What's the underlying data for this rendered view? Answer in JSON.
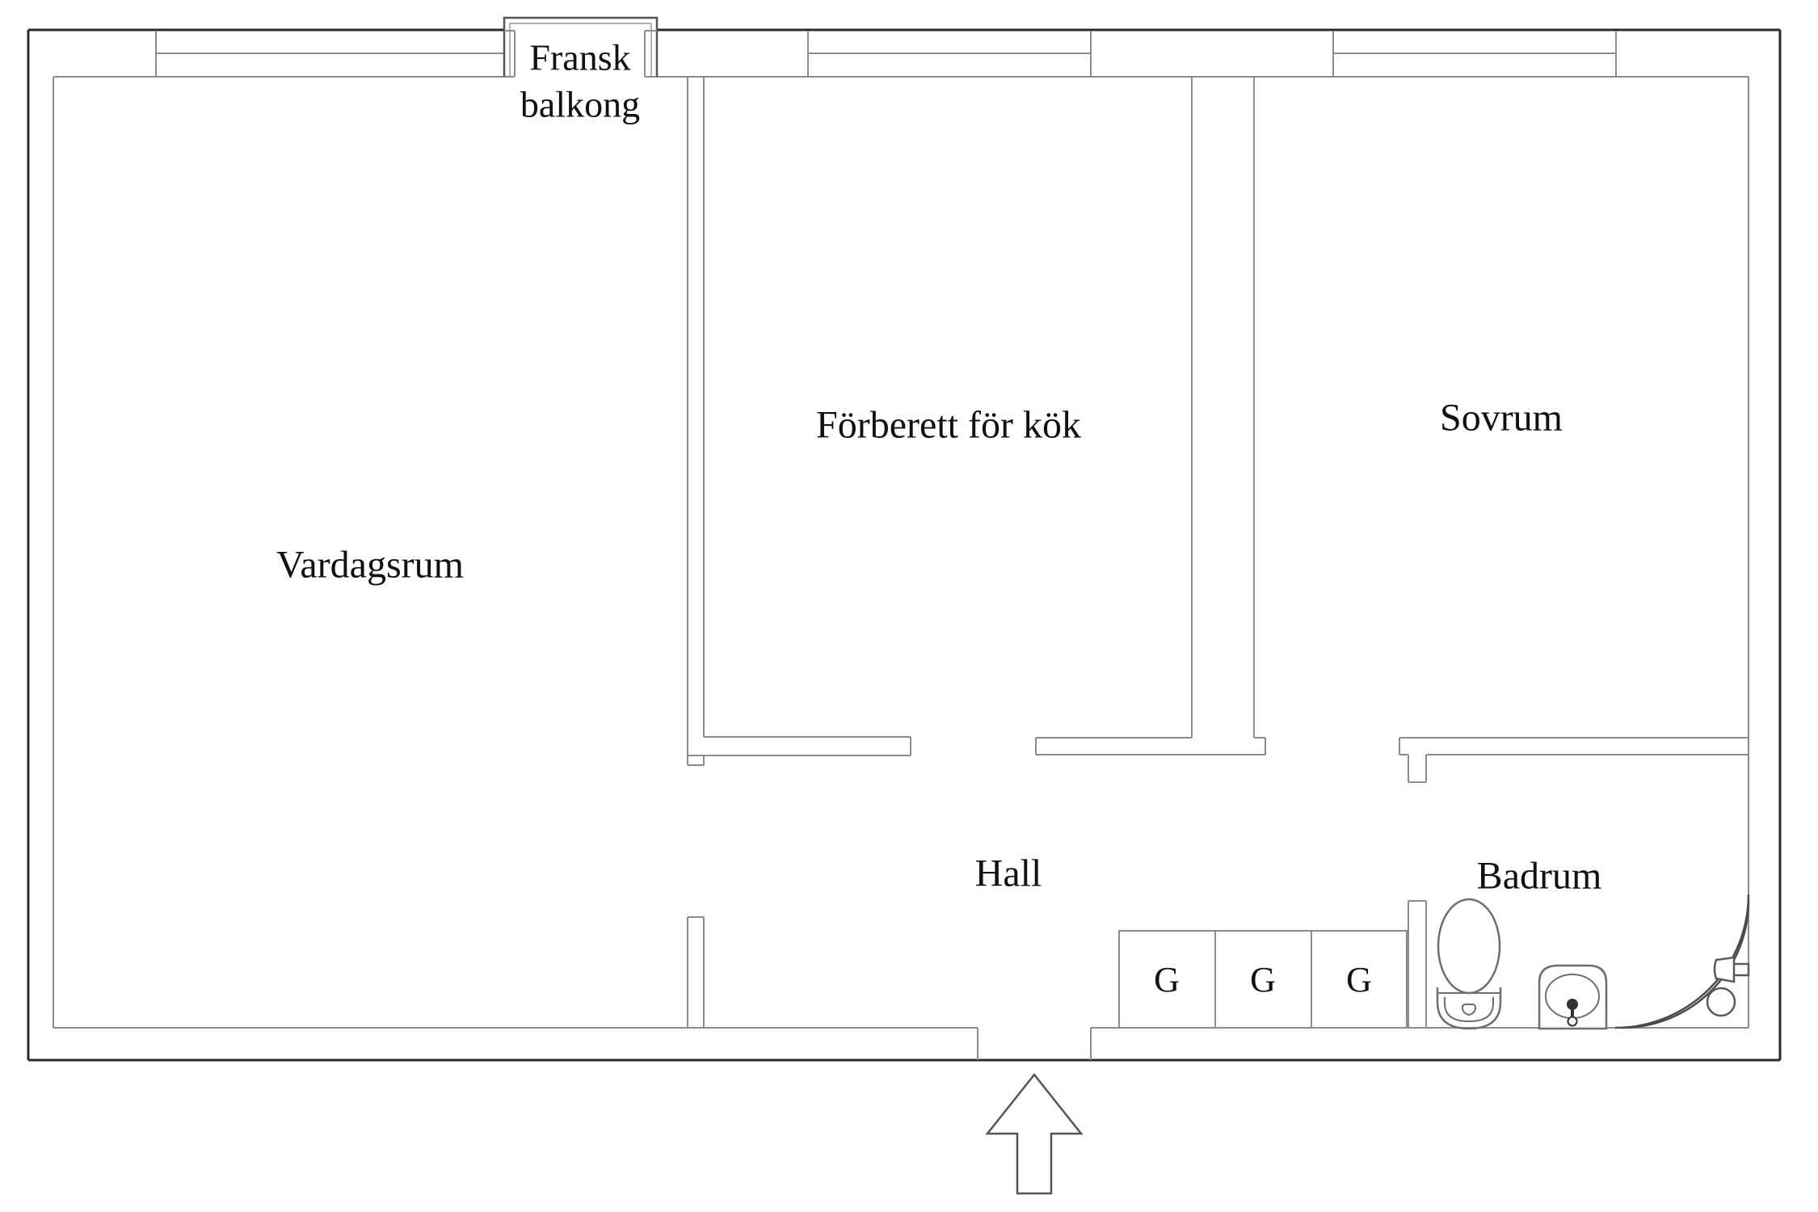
{
  "floorplan": {
    "rooms": {
      "living": "Vardagsrum",
      "kitchen": "Förberett för kök",
      "bedroom": "Sovrum",
      "hall": "Hall",
      "bathroom": "Badrum"
    },
    "balcony": {
      "line1": "Fransk",
      "line2": "balkong"
    },
    "closets": {
      "labels": [
        "G",
        "G",
        "G"
      ]
    },
    "colors": {
      "background": "#ffffff",
      "outer_wall": "#2b2b2b",
      "inner_wall": "#8c8c8c",
      "fixture_line": "#606060",
      "text": "#111111"
    }
  }
}
